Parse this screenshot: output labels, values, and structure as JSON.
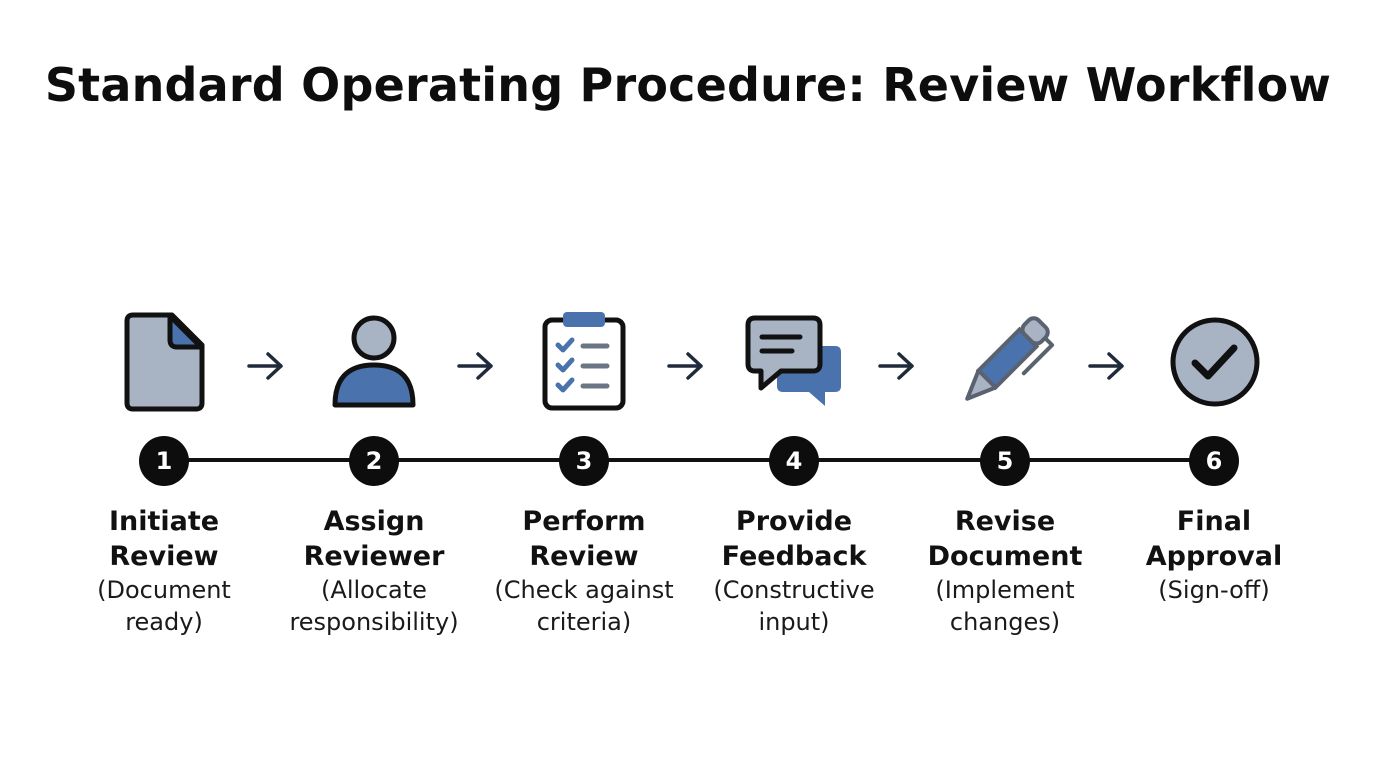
{
  "title": "Standard Operating Procedure: Review Workflow",
  "colors": {
    "accent_blue": "#4a72ac",
    "icon_gray": "#a8b3c4",
    "outline": "#111111"
  },
  "steps": [
    {
      "number": "1",
      "title_line1": "Initiate",
      "title_line2": "Review",
      "desc_line1": "(Document",
      "desc_line2": "ready)",
      "icon": "document-icon"
    },
    {
      "number": "2",
      "title_line1": "Assign",
      "title_line2": "Reviewer",
      "desc_line1": "(Allocate",
      "desc_line2": "responsibility)",
      "icon": "person-icon"
    },
    {
      "number": "3",
      "title_line1": "Perform",
      "title_line2": "Review",
      "desc_line1": "(Check against",
      "desc_line2": "criteria)",
      "icon": "checklist-icon"
    },
    {
      "number": "4",
      "title_line1": "Provide",
      "title_line2": "Feedback",
      "desc_line1": "(Constructive",
      "desc_line2": "input)",
      "icon": "speech-bubbles-icon"
    },
    {
      "number": "5",
      "title_line1": "Revise",
      "title_line2": "Document",
      "desc_line1": "(Implement",
      "desc_line2": "changes)",
      "icon": "pen-icon"
    },
    {
      "number": "6",
      "title_line1": "Final",
      "title_line2": "Approval",
      "desc_line1": "(Sign-off)",
      "desc_line2": "",
      "icon": "check-circle-icon"
    }
  ]
}
